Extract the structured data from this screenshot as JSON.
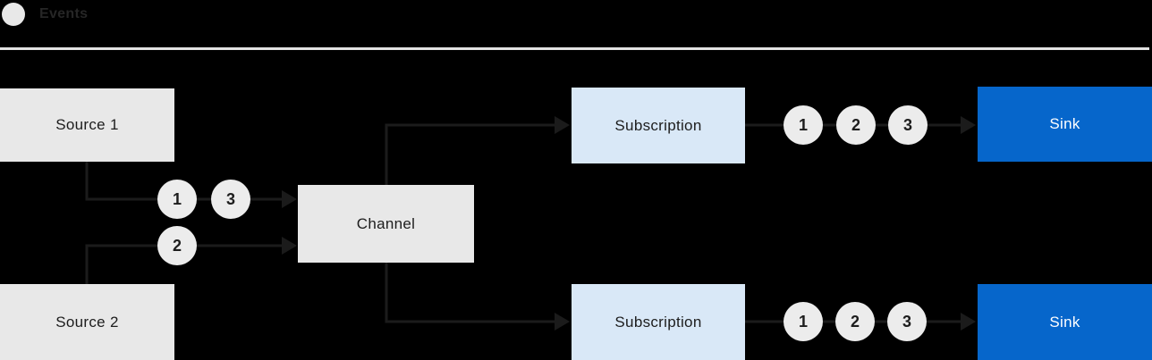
{
  "legend": {
    "label": "Events"
  },
  "colors": {
    "background": "#000000",
    "node_gray": "#e8e8e8",
    "node_light_blue": "#d9e8f7",
    "node_blue": "#0666cb",
    "line": "#1b1b1b",
    "text_dark": "#1d1d1d",
    "text_light": "#ffffff",
    "legend_text": "#262626",
    "separator": "#e2e2e2",
    "marker_fill": "#ececec"
  },
  "nodes": {
    "source1": {
      "label": "Source 1"
    },
    "source2": {
      "label": "Source 2"
    },
    "channel": {
      "label": "Channel"
    },
    "subscription1": {
      "label": "Subscription"
    },
    "subscription2": {
      "label": "Subscription"
    },
    "sink1": {
      "label": "Sink"
    },
    "sink2": {
      "label": "Sink"
    }
  },
  "event_markers": {
    "source1_to_channel": [
      "1",
      "3"
    ],
    "source2_to_channel": [
      "2"
    ],
    "subscription1_to_sink": [
      "1",
      "2",
      "3"
    ],
    "subscription2_to_sink": [
      "1",
      "2",
      "3"
    ]
  }
}
